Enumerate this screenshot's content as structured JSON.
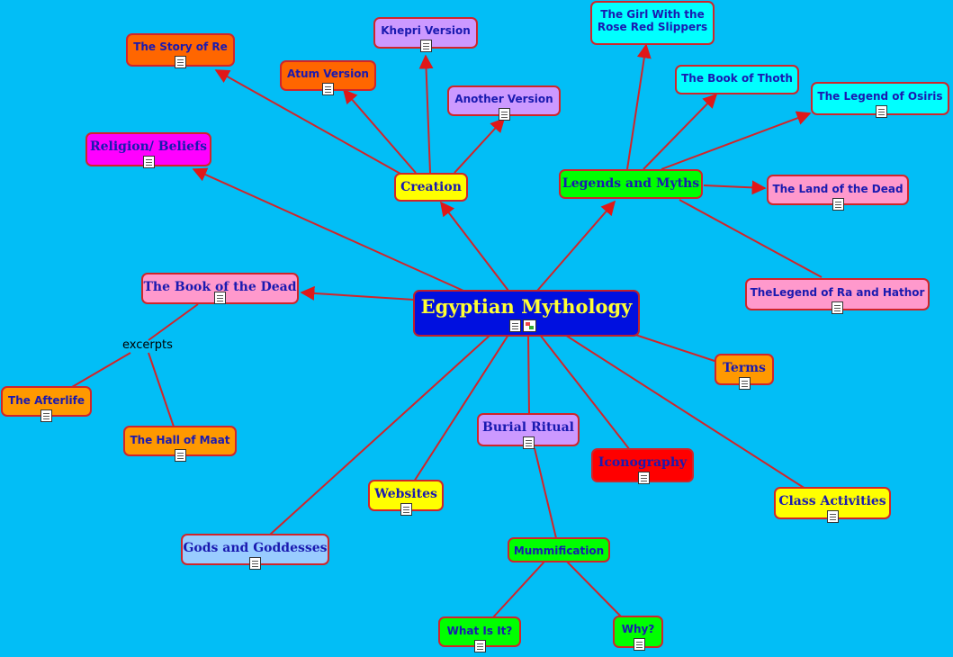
{
  "colors": {
    "background": "#02BEF6",
    "edge": "#D0252A",
    "node_text": "#1A1AB0",
    "center_fill": "#0010E0",
    "center_text": "#FFFF33"
  },
  "map": {
    "center": "Egyptian Mythology",
    "creation": "Creation",
    "story_of_re": "The Story of Re",
    "atum_version": "Atum Version",
    "khepri_version": "Khepri Version",
    "another_version": "Another Version",
    "religion_beliefs": "Religion/ Beliefs",
    "legends_and_myths": "Legends and Myths",
    "girl_slippers_line1": "The Girl With the",
    "girl_slippers_line2": "Rose Red Slippers",
    "book_of_thoth": "The Book of Thoth",
    "legend_of_osiris": "The Legend of Osiris",
    "land_of_dead": "The Land of the Dead",
    "legend_ra_hathor": "TheLegend of Ra and Hathor",
    "book_of_dead": "The Book of the Dead",
    "excerpts": "excerpts",
    "afterlife": "The Afterlife",
    "hall_of_maat": "The Hall of Maat",
    "terms": "Terms",
    "burial_ritual": "Burial Ritual",
    "iconography": "Iconography",
    "class_activities": "Class Activities",
    "websites": "Websites",
    "gods_goddesses": "Gods and Goddesses",
    "mummification": "Mummification",
    "what_is_it": "What Is It?",
    "why": "Why?"
  },
  "icons": {
    "resource": "document-icon",
    "submap": "concept-map-icon"
  }
}
